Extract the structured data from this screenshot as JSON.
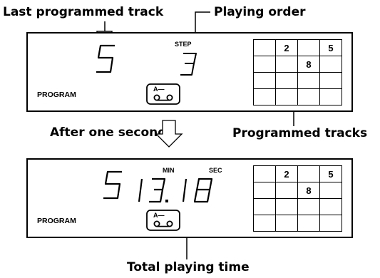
{
  "callouts": {
    "last_programmed_track": "Last programmed track",
    "playing_order": "Playing order",
    "after_one_second": "After one second",
    "programmed_tracks": "Programmed tracks",
    "total_playing_time": "Total playing time"
  },
  "display_top": {
    "track_digit": "5",
    "step_label": "STEP",
    "step_digit": "3",
    "program_label": "PROGRAM",
    "tape_label": "A—",
    "grid": [
      [
        "",
        "2",
        "",
        "5"
      ],
      [
        "",
        "",
        "8",
        ""
      ],
      [
        "",
        "",
        "",
        ""
      ],
      [
        "",
        "",
        "",
        ""
      ]
    ]
  },
  "display_bottom": {
    "track_digit": "5",
    "min_label": "MIN",
    "sec_label": "SEC",
    "time_minutes": "13",
    "time_seconds": "18",
    "program_label": "PROGRAM",
    "tape_label": "A—",
    "grid": [
      [
        "",
        "2",
        "",
        "5"
      ],
      [
        "",
        "",
        "8",
        ""
      ],
      [
        "",
        "",
        "",
        ""
      ],
      [
        "",
        "",
        "",
        ""
      ]
    ]
  }
}
